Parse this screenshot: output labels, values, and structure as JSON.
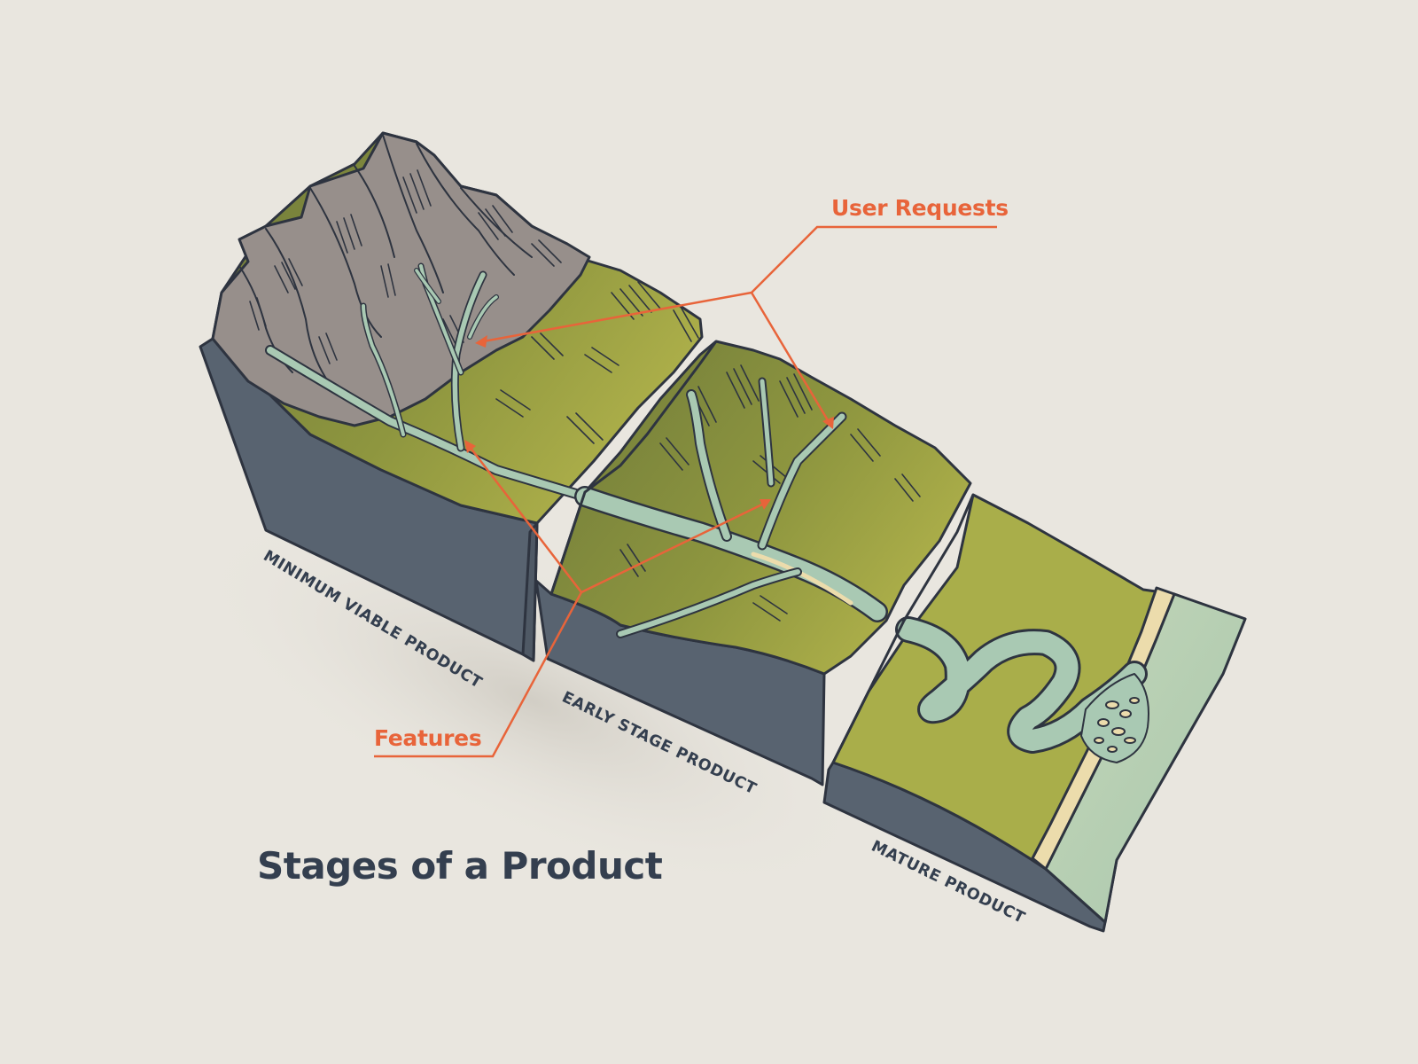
{
  "title": "Stages of a Product",
  "callouts": {
    "user_requests": "User Requests",
    "features": "Features"
  },
  "stages": [
    {
      "label": "MINIMUM VIABLE PRODUCT"
    },
    {
      "label": "EARLY STAGE PRODUCT"
    },
    {
      "label": "MATURE PRODUCT"
    }
  ],
  "colors": {
    "background": "#e9e6df",
    "accent": "#e8643a",
    "text": "#343f4f",
    "block_side": "#586370",
    "rock": "#978f8b",
    "grass": "#7e8a43",
    "grass_light": "#a9ae4a",
    "river": "#a9c9b3",
    "sand": "#ecdcac",
    "outline": "#2e3440"
  }
}
